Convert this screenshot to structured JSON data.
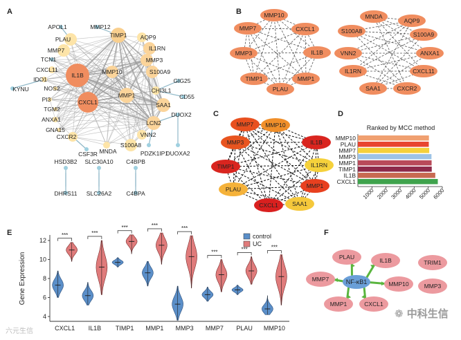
{
  "panels": {
    "a": "A",
    "b": "B",
    "c": "C",
    "d": "D",
    "e": "E",
    "f": "F"
  },
  "panel_a": {
    "nodes": [
      "APOL1",
      "MMP12",
      "TIMP1",
      "PLAU",
      "AQP9",
      "MMP7",
      "IL1RN",
      "TCN1",
      "MMP3",
      "CXCL11",
      "IL1B",
      "MMP10",
      "S100A9",
      "KYNU",
      "IDO1",
      "GIG25",
      "NOS2",
      "CHI3L1",
      "CD55",
      "PI3",
      "CXCL1",
      "MMP1",
      "TGM2",
      "SAA1",
      "ANXA1",
      "DUOX2",
      "GNA15",
      "LCN2",
      "CXCR2",
      "VNN2",
      "CSF3R",
      "MNDA",
      "S100A8",
      "PDZK1IP1",
      "DUOXA2",
      "HSD3B2",
      "SLC30A10",
      "C4BPB",
      "DHRS11",
      "SLC26A2",
      "C4BPA"
    ]
  },
  "panel_b": {
    "left": [
      "MMP10",
      "MMP7",
      "CXCL1",
      "MMP3",
      "IL1B",
      "TIMP1",
      "MMP1",
      "PLAU"
    ],
    "right": [
      "MNDA",
      "AQP9",
      "S100A8",
      "S100A9",
      "VNN2",
      "ANXA1",
      "IL1RN",
      "CXCL11",
      "SAA1",
      "CXCR2"
    ]
  },
  "panel_c": {
    "nodes": [
      "MMP7",
      "MMP10",
      "MMP3",
      "IL1B",
      "TIMP1",
      "IL1RN",
      "PLAU",
      "MMP1",
      "CXCL1",
      "SAA1"
    ]
  },
  "panel_d": {
    "title": "Ranked by MCC method",
    "chart_data": {
      "type": "bar",
      "orientation": "horizontal",
      "title": "Ranked by MCC method",
      "categories": [
        "MMP10",
        "PLAU",
        "MMP7",
        "MMP3",
        "MMP1",
        "TIMP1",
        "IL1B",
        "CXCL1"
      ],
      "values": [
        5050,
        5040,
        5070,
        5230,
        5240,
        5250,
        5500,
        5680
      ],
      "colors": [
        "#f0a070",
        "#e8452f",
        "#f5d13b",
        "#9dc3e6",
        "#b94a5a",
        "#8e2a4a",
        "#c86a52",
        "#3fa34d"
      ],
      "xticks": [
        1000,
        2000,
        3000,
        4000,
        5000,
        6000
      ],
      "xlim": [
        0,
        6000
      ]
    }
  },
  "panel_e": {
    "ylabel": "Gene Expression",
    "legend": {
      "control": "control",
      "uc": "UC"
    },
    "sig": "***",
    "chart_data": {
      "type": "violin",
      "ylabel": "Gene Expression",
      "categories": [
        "CXCL1",
        "IL1B",
        "TIMP1",
        "MMP1",
        "MMP3",
        "MMP7",
        "PLAU",
        "MMP10"
      ],
      "yticks": [
        4,
        6,
        8,
        10,
        12
      ],
      "ylim": [
        3.5,
        13
      ],
      "series": [
        {
          "name": "control",
          "color": "#5b8fc9",
          "medians": [
            7.3,
            6.2,
            9.7,
            8.6,
            5.3,
            6.3,
            6.8,
            4.8
          ],
          "ranges": [
            [
              6.0,
              8.8
            ],
            [
              5.2,
              7.6
            ],
            [
              9.2,
              10.2
            ],
            [
              7.2,
              9.8
            ],
            [
              3.6,
              7.2
            ],
            [
              5.6,
              7.1
            ],
            [
              6.3,
              7.3
            ],
            [
              4.2,
              6.2
            ]
          ]
        },
        {
          "name": "UC",
          "color": "#e07b7b",
          "medians": [
            11.0,
            9.2,
            11.9,
            11.5,
            10.3,
            8.4,
            8.8,
            8.2
          ],
          "ranges": [
            [
              9.8,
              11.8
            ],
            [
              6.3,
              12.0
            ],
            [
              10.6,
              12.6
            ],
            [
              9.5,
              12.8
            ],
            [
              7.0,
              12.5
            ],
            [
              6.6,
              10.0
            ],
            [
              7.4,
              10.3
            ],
            [
              5.2,
              10.5
            ]
          ]
        }
      ],
      "significance": [
        "***",
        "***",
        "***",
        "***",
        "***",
        "***",
        "***",
        "***"
      ]
    }
  },
  "panel_f": {
    "center": "NF-κB1",
    "satellites": [
      "PLAU",
      "IL1B",
      "MMP10",
      "CXCL1",
      "MMP1",
      "MMP7"
    ],
    "isolated": [
      "TRIM1",
      "MMP3"
    ]
  },
  "watermark": {
    "left": "六元生信",
    "right": "中科生信"
  },
  "colors": {
    "orange": "#f08d5f",
    "salmon": "#f3a07a",
    "pink": "#ec9a9f",
    "blue": "#6a9fd8",
    "green": "#4aa84a"
  }
}
